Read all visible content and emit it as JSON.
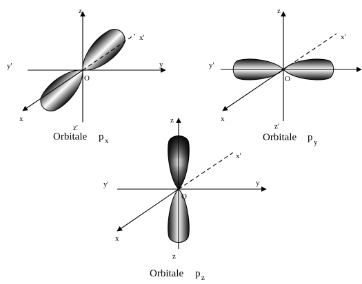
{
  "diagrams": [
    {
      "caption": "Orbitale",
      "sub": "x",
      "axes": {
        "z": "z",
        "z_neg": "z'",
        "y": "y",
        "y_neg": "y'",
        "x": "x",
        "x_neg": "x'",
        "origin": "O"
      }
    },
    {
      "caption": "Orbitale",
      "sub": "y",
      "axes": {
        "z": "z",
        "z_neg": "z'",
        "y_neg": "y'",
        "x": "x",
        "x_neg": "x'",
        "origin": "O"
      }
    },
    {
      "caption": "Orbitale",
      "sub": "z",
      "axes": {
        "z": "z",
        "z_neg": "z",
        "y": "y",
        "y_neg": "y'",
        "x": "x",
        "x_neg": "x'",
        "origin": "O"
      }
    }
  ],
  "colors": {
    "ink": "#000000",
    "lobe_dark": "#111111",
    "lobe_light": "#ffffff"
  }
}
